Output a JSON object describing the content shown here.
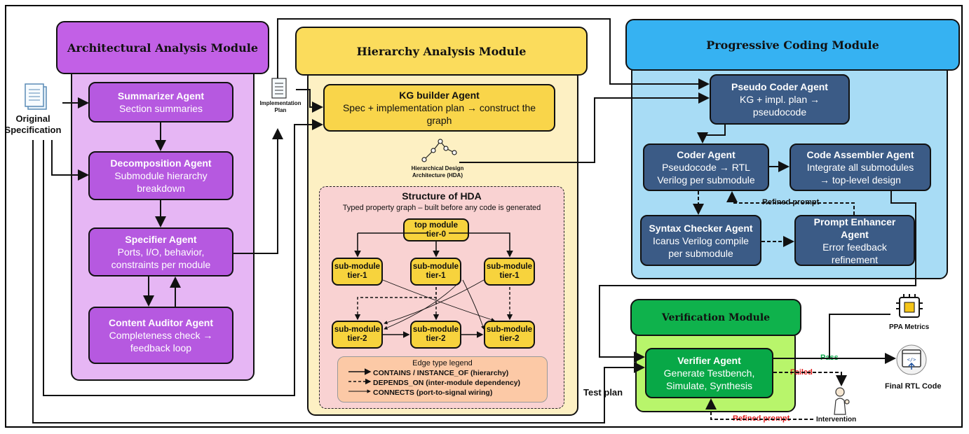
{
  "left_input": {
    "label_line1": "Original",
    "label_line2": "Specification",
    "icon": "document-icon"
  },
  "impl_plan": {
    "line1": "Implementation",
    "line2": "Plan",
    "icon": "document-icon"
  },
  "hda": {
    "line1": "Hierarchical Design",
    "line2": "Architecture (HDA)",
    "icon": "graph-icon"
  },
  "test_plan": "Test plan",
  "arch_module": {
    "title": "Architectural Analysis Module",
    "agents": [
      {
        "title": "Summarizer Agent",
        "l1": "Section summaries",
        "l2": ""
      },
      {
        "title": "Decomposition Agent",
        "l1": "Submodule hierarchy",
        "l2": "breakdown"
      },
      {
        "title": "Specifier Agent",
        "l1": "Ports, I/O, behavior,",
        "l2": "constraints per module"
      },
      {
        "title": "Content Auditor Agent",
        "l1": "Completeness check →",
        "l2": "feedback loop"
      }
    ]
  },
  "hier_module": {
    "title": "Hierarchy Analysis Module",
    "kg_agent": {
      "title": "KG builder Agent",
      "l1": "Spec + implementation plan → construct the",
      "l2": "graph"
    },
    "structure": {
      "title": "Structure of HDA",
      "subtitle": "Typed property graph – built before any code is generated",
      "top": {
        "l1": "top module",
        "l2": "tier-0"
      },
      "tier1": [
        {
          "l1": "sub-module",
          "l2": "tier-1"
        },
        {
          "l1": "sub-module",
          "l2": "tier-1"
        },
        {
          "l1": "sub-module",
          "l2": "tier-1"
        }
      ],
      "tier2": [
        {
          "l1": "sub-module",
          "l2": "tier-2"
        },
        {
          "l1": "sub-module",
          "l2": "tier-2"
        },
        {
          "l1": "sub-module",
          "l2": "tier-2"
        }
      ],
      "legend": {
        "title": "Edge type legend",
        "items": [
          "CONTAINS / INSTANCE_OF (hierarchy)",
          "DEPENDS_ON (inter-module dependency)",
          "CONNECTS (port-to-signal wiring)"
        ]
      }
    }
  },
  "prog_module": {
    "title": "Progressive Coding Module",
    "pseudo": {
      "title": "Pseudo Coder Agent",
      "l1": "KG + impl. plan →",
      "l2": "pseudocode"
    },
    "coder": {
      "title": "Coder Agent",
      "l1": "Pseudocode → RTL",
      "l2": "Verilog per submodule"
    },
    "assembler": {
      "title": "Code Assembler Agent",
      "l1": "Integrate all submodules",
      "l2": "→ top-level design"
    },
    "syntax": {
      "title": "Syntax Checker Agent",
      "l1": "Icarus Verilog compile",
      "l2": "per submodule"
    },
    "enhancer": {
      "title": "Prompt Enhancer Agent",
      "l1": "Error feedback",
      "l2": "refinement"
    },
    "refined_label": "Refined prompt"
  },
  "verif_module": {
    "title": "Verification Module",
    "verifier": {
      "title": "Verifier Agent",
      "l1": "Generate Testbench,",
      "l2": "Simulate, Synthesis"
    },
    "pass_label": "Pass",
    "failed_label": "Failed",
    "refined_label": "Refined prompt",
    "intervention": "Intervention"
  },
  "outputs": {
    "ppa": "PPA Metrics",
    "rtl": "Final RTL Code"
  },
  "colors": {
    "purple_title": "#c260e6",
    "purple_body": "#e6b6f4",
    "purple_agent": "#b659e0",
    "yellow_title": "#fbdc5c",
    "yellow_body": "#fdf0c3",
    "pink": "#f9d2d2",
    "blue_title": "#36b2f2",
    "blue_body": "#a8dcf5",
    "blue_agent": "#3b5b86",
    "green_title": "#0fb24c",
    "green_body": "#b8f56b",
    "green_agent": "#08a847",
    "pass": "#0aa84a",
    "failed": "#e02020"
  }
}
